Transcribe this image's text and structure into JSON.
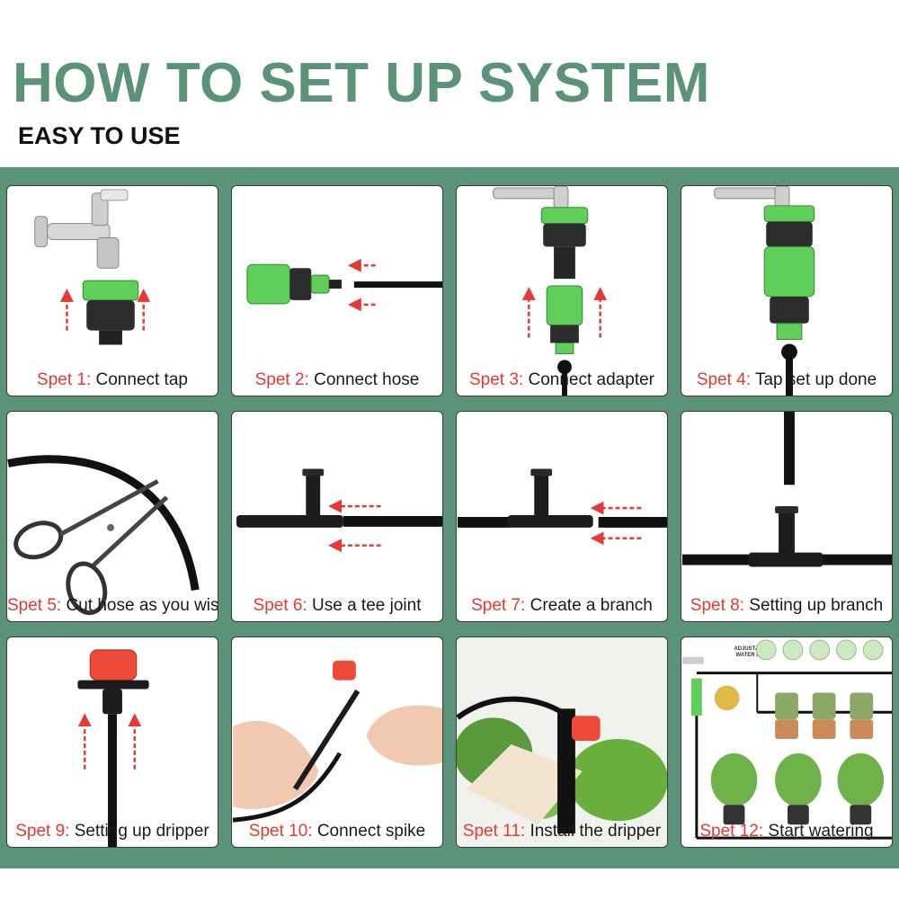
{
  "header": {
    "title": "HOW TO SET UP SYSTEM",
    "subtitle": "EASY TO USE"
  },
  "colors": {
    "brand_green": "#5a9378",
    "connector_green": "#5fcf5a",
    "step_red": "#e53935",
    "hose_black": "#111111"
  },
  "steps": [
    {
      "prefix": "Spet 1:",
      "text": "Connect tap"
    },
    {
      "prefix": "Spet 2:",
      "text": "Connect hose"
    },
    {
      "prefix": "Spet 3:",
      "text": "Connect adapter"
    },
    {
      "prefix": "Spet 4:",
      "text": "Tap set up done"
    },
    {
      "prefix": "Spet 5:",
      "text": "Cut hose as you wish"
    },
    {
      "prefix": "Spet 6:",
      "text": "Use a tee joint"
    },
    {
      "prefix": "Spet 7:",
      "text": "Create a branch"
    },
    {
      "prefix": "Spet 8:",
      "text": "Setting up branch"
    },
    {
      "prefix": "Spet 9:",
      "text": "Setting up dripper"
    },
    {
      "prefix": "Spet 10:",
      "text": "Connect spike"
    },
    {
      "prefix": "Spet 11:",
      "text": "Install the dripper"
    },
    {
      "prefix": "Spet 12:",
      "text": "Start watering"
    }
  ],
  "diagram": {
    "flow_label_line1": "ADJUSTABLE",
    "flow_label_line2": "WATER FLOW"
  }
}
